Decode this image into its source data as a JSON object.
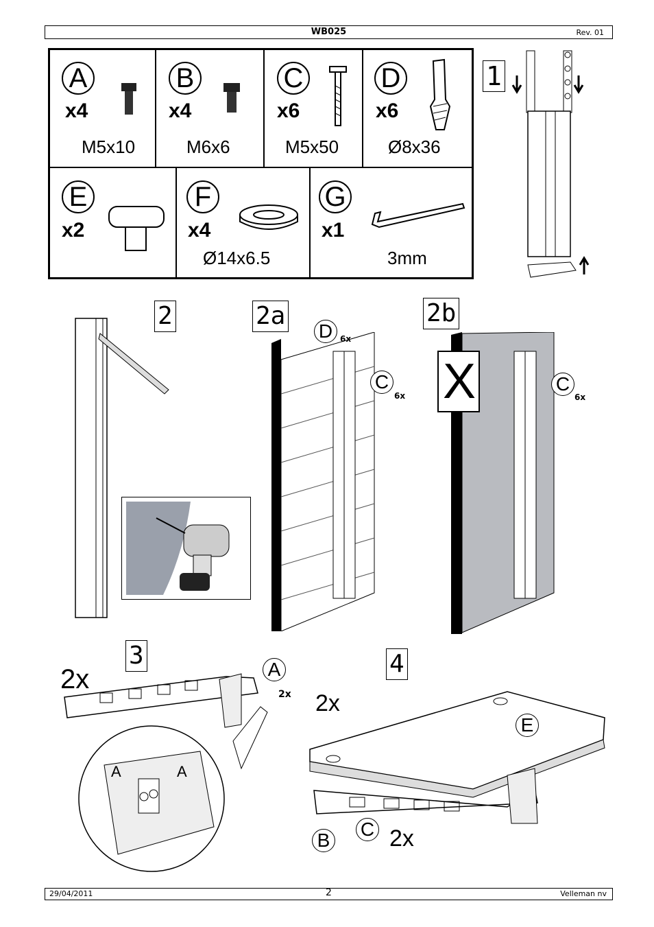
{
  "header": {
    "title": "WB025",
    "rev": "Rev. 01"
  },
  "footer": {
    "date": "29/04/2011",
    "page": "2",
    "brand": "Velleman nv"
  },
  "parts": [
    {
      "letter": "A",
      "qty": "x4",
      "size": "M5x10"
    },
    {
      "letter": "B",
      "qty": "x4",
      "size": "M6x6"
    },
    {
      "letter": "C",
      "qty": "x6",
      "size": "M5x50"
    },
    {
      "letter": "D",
      "qty": "x6",
      "size": "Ø8x36"
    },
    {
      "letter": "E",
      "qty": "x2",
      "size": ""
    },
    {
      "letter": "F",
      "qty": "x4",
      "size": "Ø14x6.5"
    },
    {
      "letter": "G",
      "qty": "x1",
      "size": "3mm"
    }
  ],
  "steps": {
    "s1": "1",
    "s2": "2",
    "s2a": "2a",
    "s2b": "2b",
    "s3": "3",
    "s4": "4"
  },
  "callouts": {
    "d6x_letter": "D",
    "d6x_qty": "6x",
    "c6x_a_letter": "C",
    "c6x_a_qty": "6x",
    "c6x_b_letter": "C",
    "c6x_b_qty": "6x",
    "x_mark": "X",
    "s3_qty": "2x",
    "s3_a_letter": "A",
    "s3_a_qty": "2x",
    "s3_detail_a1": "A",
    "s3_detail_a2": "A",
    "s4_qty": "2x",
    "s4_e_letter": "E",
    "s4_b_letter": "B",
    "s4_c_letter": "C",
    "s4_qty2": "2x"
  }
}
